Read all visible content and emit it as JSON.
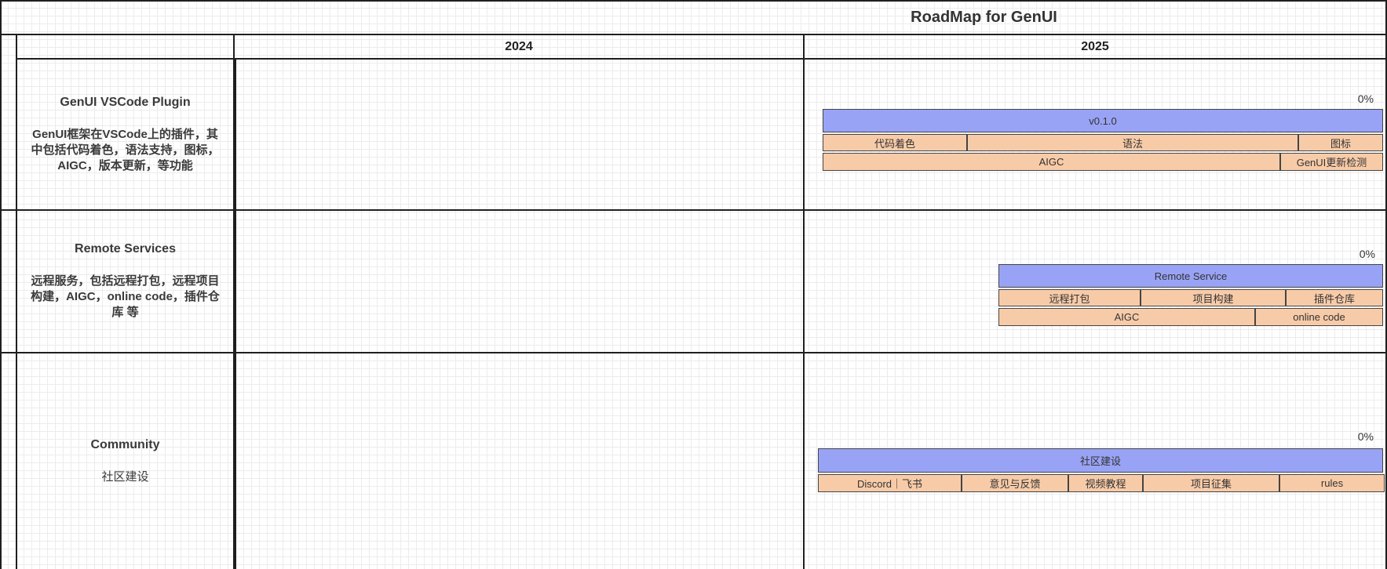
{
  "title": "RoadMap for GenUI",
  "years": [
    "2024",
    "2025"
  ],
  "lanes": [
    {
      "name": "GenUI VSCode Plugin",
      "description": "GenUI框架在VSCode上的插件，其中包括代码着色，语法支持，图标，AIGC，版本更新，等功能",
      "progress": "0%",
      "milestone": "v0.1.0",
      "rows": [
        [
          "代码着色",
          "语法",
          "图标"
        ],
        [
          "AIGC",
          "GenUI更新检测"
        ]
      ]
    },
    {
      "name": "Remote Services",
      "description": "远程服务，包括远程打包，远程项目构建，AIGC，online code，插件仓库 等",
      "progress": "0%",
      "milestone": "Remote Service",
      "rows": [
        [
          "远程打包",
          "项目构建",
          "插件仓库"
        ],
        [
          "AIGC",
          "online code"
        ]
      ]
    },
    {
      "name": "Community",
      "description": "社区建设",
      "progress": "0%",
      "milestone": "社区建设",
      "rows": [
        [
          "Discord｜飞书",
          "意见与反馈",
          "视频教程",
          "项目征集",
          "rules"
        ]
      ]
    }
  ],
  "colors": {
    "milestone": "#99a3f5",
    "task": "#f8cba8",
    "grid_line": "#1f1f1f"
  }
}
